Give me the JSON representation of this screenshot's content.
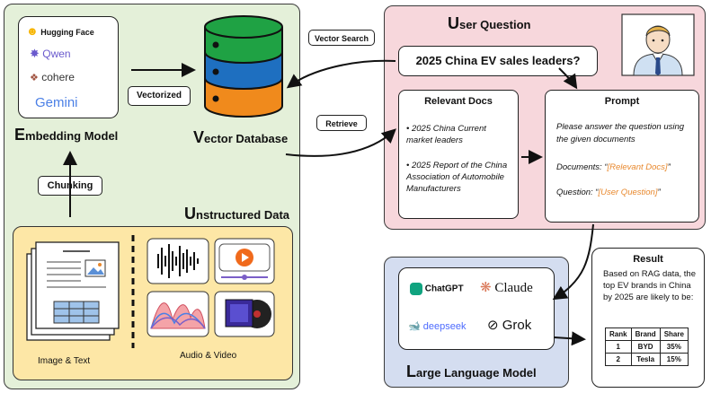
{
  "left": {
    "embedding_title": "Embedding Model",
    "embedding_title_cap": "E",
    "embedding_title_rest": "mbedding Model",
    "models": [
      "Hugging Face",
      "Qwen",
      "cohere",
      "Gemini"
    ],
    "chunking": "Chunking",
    "unstructured_title_cap": "U",
    "unstructured_title_rest": "nstructured Data",
    "image_text": "Image & Text",
    "audio_video": "Audio & Video"
  },
  "middle": {
    "vectorized": "Vectorized",
    "vector_db_cap": "V",
    "vector_db_rest": "ector Database",
    "vector_search": "Vector Search",
    "retrieve": "Retrieve"
  },
  "question": {
    "title_cap": "U",
    "title_rest": "ser Question",
    "text": "2025 China EV sales leaders?"
  },
  "docs": {
    "title": "Relevant Docs",
    "items": [
      "2025 China Current market leaders",
      "2025 Report of the China Association of Automobile Manufacturers"
    ]
  },
  "prompt": {
    "title": "Prompt",
    "line1": "Please answer the question using the given documents",
    "documents_label": "Documents: “",
    "documents_value": "[Relevant Docs]",
    "question_label": "Question:  “",
    "question_value": "[User Question]",
    "close_quote": "”"
  },
  "llm": {
    "models": [
      "ChatGPT",
      "Claude",
      "deepseek",
      "Grok"
    ],
    "title_cap": "L",
    "title_rest": "arge Language Model"
  },
  "result": {
    "title": "Result",
    "text": "Based on RAG data, the top EV brands in China by 2025 are likely to be:",
    "headers": [
      "Rank",
      "Brand",
      "Share"
    ],
    "rows": [
      [
        "1",
        "BYD",
        "35%"
      ],
      [
        "2",
        "Tesla",
        "15%"
      ]
    ]
  },
  "colors": {
    "left_panel": "#e4f0d9",
    "unstructured": "#fde7a6",
    "question_panel": "#f7d7dc",
    "llm_panel": "#d4ddf0",
    "db_green": "#1fa244",
    "db_blue": "#1e6fc0",
    "db_orange": "#f08a1c",
    "accent_orange": "#e8882d"
  }
}
